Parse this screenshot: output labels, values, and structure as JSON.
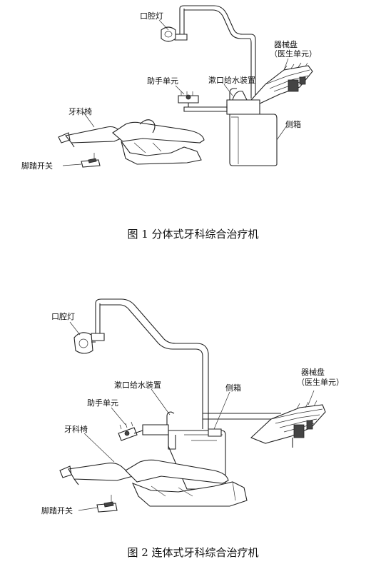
{
  "figures": [
    {
      "caption": "图 1  分体式牙科综合治疗机",
      "labels": {
        "dental_lamp": "口腔灯",
        "instrument_tray_line1": "器械盘",
        "instrument_tray_line2": "（医生单元）",
        "assistant_unit": "助手单元",
        "rinse_water_device": "漱口给水装置",
        "dental_chair": "牙科椅",
        "side_cabinet": "侧箱",
        "foot_switch": "脚踏开关"
      }
    },
    {
      "caption": "图 2  连体式牙科综合治疗机",
      "labels": {
        "dental_lamp": "口腔灯",
        "instrument_tray_line1": "器械盘",
        "instrument_tray_line2": "（医生单元）",
        "rinse_water_device": "漱口给水装置",
        "side_cabinet": "侧箱",
        "assistant_unit": "助手单元",
        "dental_chair": "牙科椅",
        "foot_switch": "脚踏开关"
      }
    }
  ]
}
